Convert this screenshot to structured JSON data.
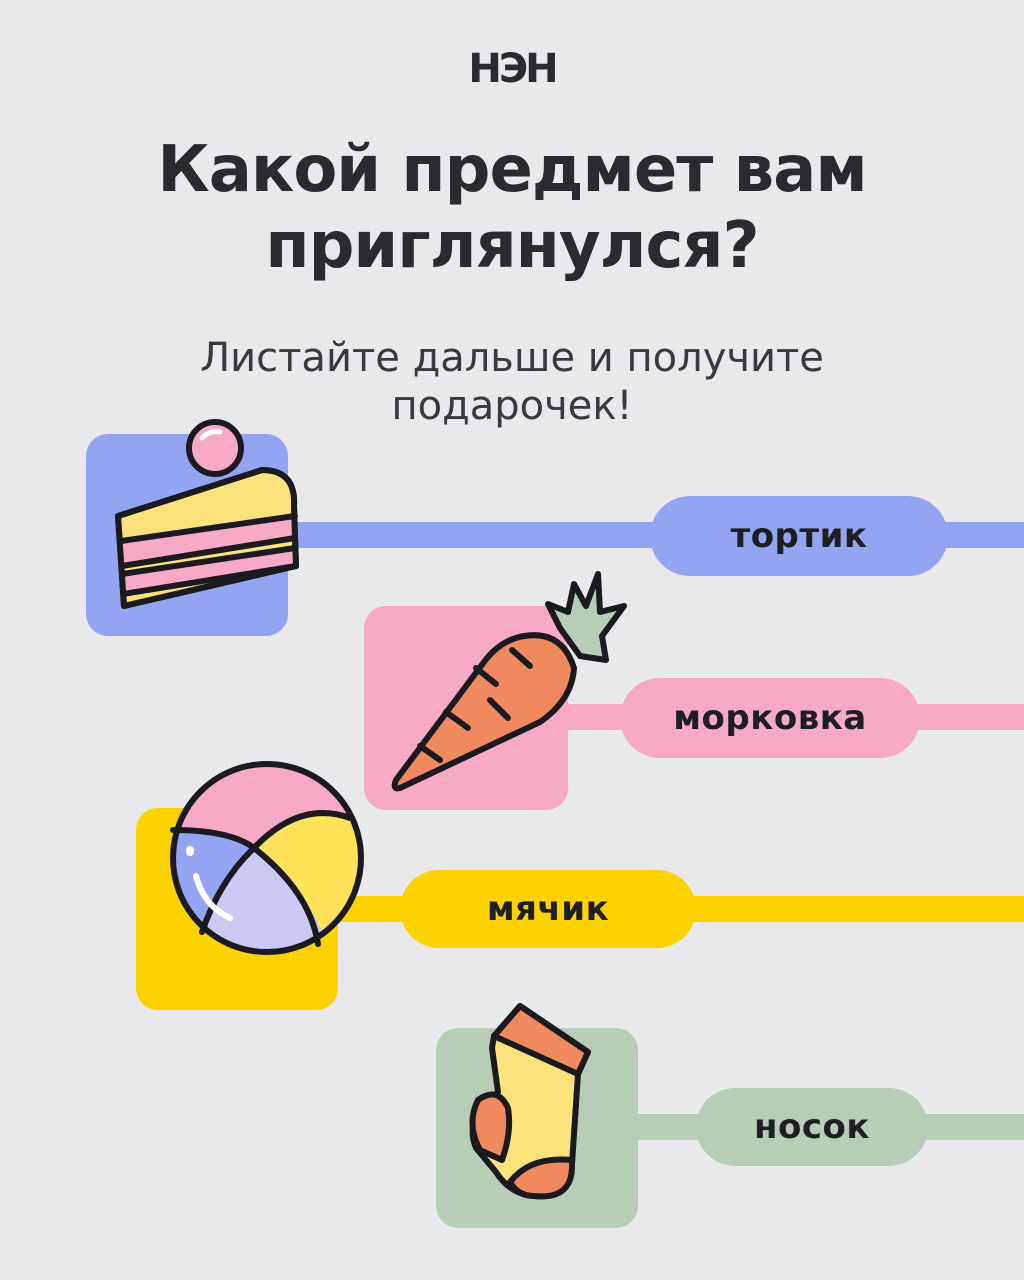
{
  "brand": {
    "logo_text": "НЭН"
  },
  "heading": {
    "line1": "Какой предмет вам",
    "line2": "приглянулся?"
  },
  "subheading": {
    "line1": "Листайте дальше и получите",
    "line2": "подарочек!"
  },
  "items": [
    {
      "label": "тортик",
      "icon": "cake-slice-icon",
      "color": "#93a5f2"
    },
    {
      "label": "морковка",
      "icon": "carrot-icon",
      "color": "#f7a9c6"
    },
    {
      "label": "мячик",
      "icon": "ball-icon",
      "color": "#fcd200"
    },
    {
      "label": "носок",
      "icon": "sock-icon",
      "color": "#b8cdb7"
    }
  ]
}
